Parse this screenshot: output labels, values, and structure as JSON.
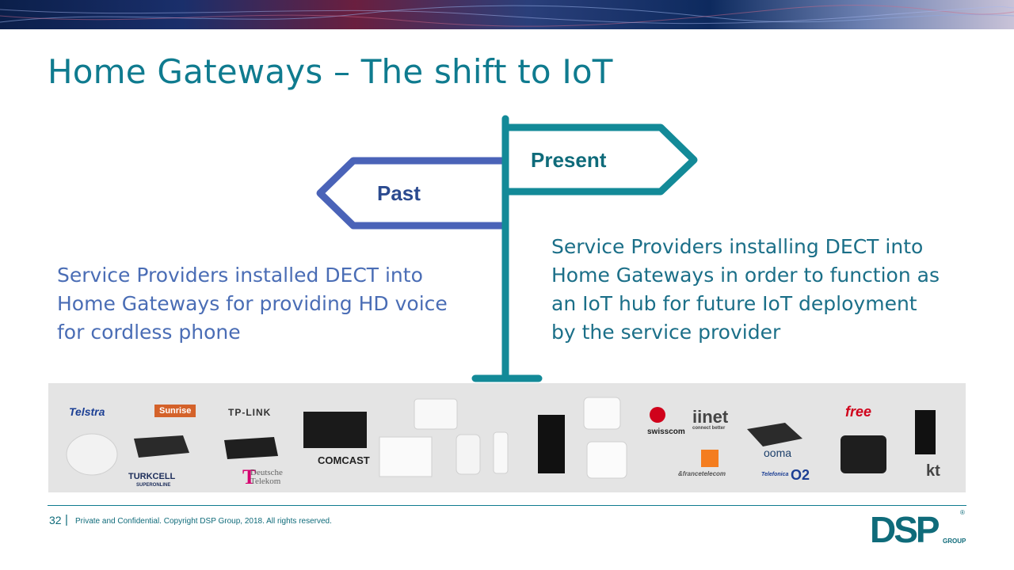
{
  "slide": {
    "title": "Home Gateways – The shift to IoT",
    "colors": {
      "title": "#0f7b8f",
      "past_sign": "#4a63b8",
      "present_sign": "#138a98",
      "left_text": "#4a6db5",
      "right_text": "#1b6f88"
    }
  },
  "signs": {
    "present": "Present",
    "past": "Past"
  },
  "left_text": {
    "lines": [
      "Service Providers installed DECT into",
      "Home Gateways for providing HD voice",
      "for cordless phone"
    ]
  },
  "right_text": {
    "lines": [
      "Service Providers installing DECT into",
      "Home Gateways in order to function as",
      "an IoT hub for future IoT deployment",
      "by the service provider"
    ]
  },
  "logos": {
    "telstra": "Telstra",
    "sunrise": "Sunrise",
    "tplink": "TP-LINK",
    "turkcell": "TURKCELL",
    "turkcell_sub": "SUPERONLINE",
    "telekom_line1": "Deutsche",
    "telekom_line2": "Telekom",
    "telekom_t": "T",
    "comcast": "COMCAST",
    "swisscom": "swisscom",
    "iinet": "iinet",
    "iinet_sub": "connect better",
    "orange": "orange",
    "france_telecom": "&francetelecom",
    "ooma": "ooma",
    "telefonica": "Telefonica",
    "o2": "O2",
    "free": "free",
    "kt": "kt"
  },
  "footer": {
    "page_number": "32",
    "separator": "|",
    "text": "Private and Confidential. Copyright DSP Group, 2018. All rights reserved.",
    "logo_main": "DSP",
    "logo_sub": "GROUP",
    "logo_reg": "®"
  }
}
